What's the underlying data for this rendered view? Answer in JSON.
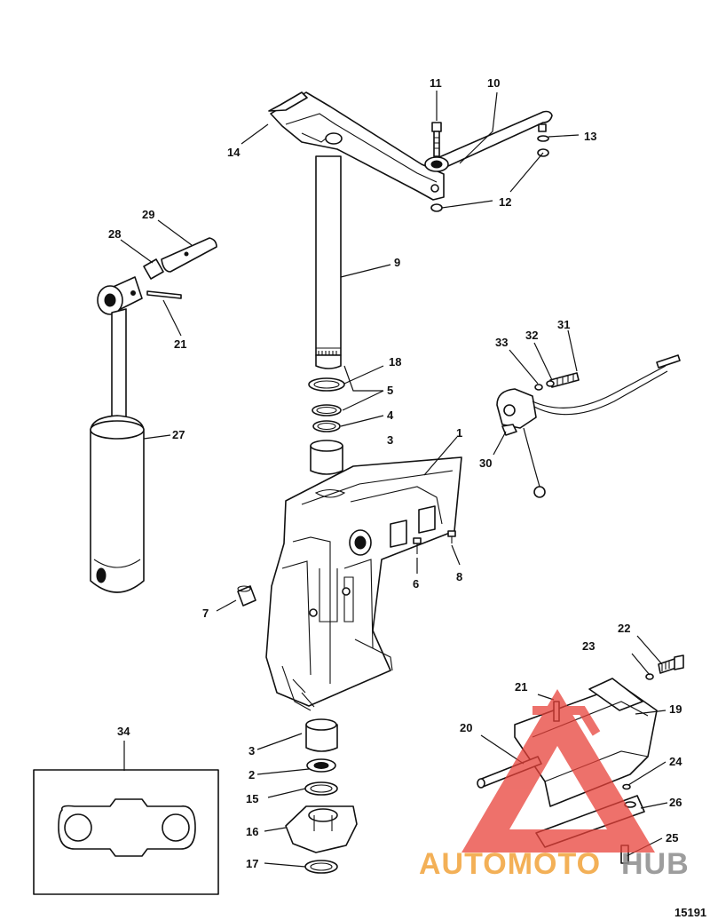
{
  "labels": [
    {
      "id": "1",
      "text": "1"
    },
    {
      "id": "2",
      "text": "2"
    },
    {
      "id": "3a",
      "text": "3"
    },
    {
      "id": "3b",
      "text": "3"
    },
    {
      "id": "4",
      "text": "4"
    },
    {
      "id": "5",
      "text": "5"
    },
    {
      "id": "6",
      "text": "6"
    },
    {
      "id": "7",
      "text": "7"
    },
    {
      "id": "8",
      "text": "8"
    },
    {
      "id": "9",
      "text": "9"
    },
    {
      "id": "10",
      "text": "10"
    },
    {
      "id": "11",
      "text": "11"
    },
    {
      "id": "12",
      "text": "12"
    },
    {
      "id": "13",
      "text": "13"
    },
    {
      "id": "14",
      "text": "14"
    },
    {
      "id": "15",
      "text": "15"
    },
    {
      "id": "16",
      "text": "16"
    },
    {
      "id": "17",
      "text": "17"
    },
    {
      "id": "18",
      "text": "18"
    },
    {
      "id": "19",
      "text": "19"
    },
    {
      "id": "20",
      "text": "20"
    },
    {
      "id": "21a",
      "text": "21"
    },
    {
      "id": "21b",
      "text": "21"
    },
    {
      "id": "22",
      "text": "22"
    },
    {
      "id": "23",
      "text": "23"
    },
    {
      "id": "24",
      "text": "24"
    },
    {
      "id": "25",
      "text": "25"
    },
    {
      "id": "26",
      "text": "26"
    },
    {
      "id": "27",
      "text": "27"
    },
    {
      "id": "28",
      "text": "28"
    },
    {
      "id": "29",
      "text": "29"
    },
    {
      "id": "30",
      "text": "30"
    },
    {
      "id": "31",
      "text": "31"
    },
    {
      "id": "32",
      "text": "32"
    },
    {
      "id": "33",
      "text": "33"
    },
    {
      "id": "34",
      "text": "34"
    }
  ],
  "figure_number": "15191",
  "watermark": {
    "part1": "AUTOMOTO",
    "part2": "HUB"
  },
  "colors": {
    "line": "#111111",
    "watermark_red": "#e8423a",
    "watermark_orange": "#f2a33a",
    "watermark_gray": "#8c8c8c"
  }
}
